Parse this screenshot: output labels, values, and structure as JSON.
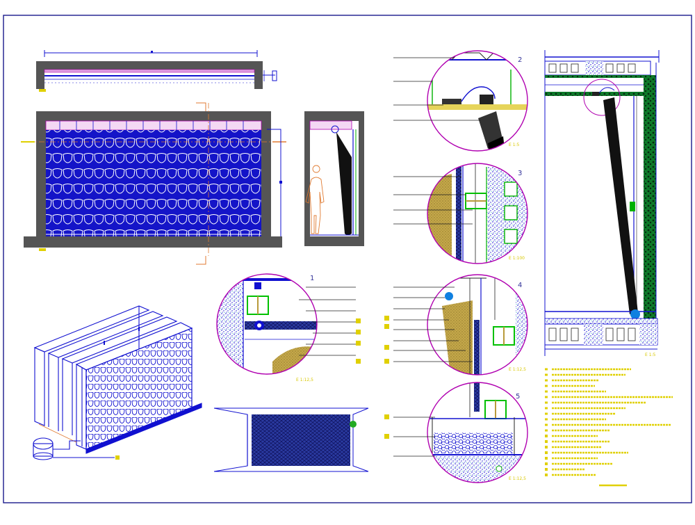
{
  "sheet": {
    "background": "#ffffff",
    "frame_color": "#1a1a8c",
    "line_blue": "#1010d0",
    "line_magenta": "#b000b0",
    "line_green": "#00b000",
    "fill_gray": "#555555",
    "fill_ochre": "#b89a3a",
    "text_yellow": "#d8c800"
  },
  "details": [
    {
      "number": "1",
      "scale": "E 1:12,5"
    },
    {
      "number": "2",
      "scale": "E 1:5"
    },
    {
      "number": "3",
      "scale": "E 1:100"
    },
    {
      "number": "4",
      "scale": "E 1:12,5"
    },
    {
      "number": "5",
      "scale": "E 1:12,5"
    }
  ],
  "section_scale": "E 1:5",
  "icons": [
    "human-figure-icon",
    "water-pump-icon",
    "pebble-fill-icon"
  ]
}
